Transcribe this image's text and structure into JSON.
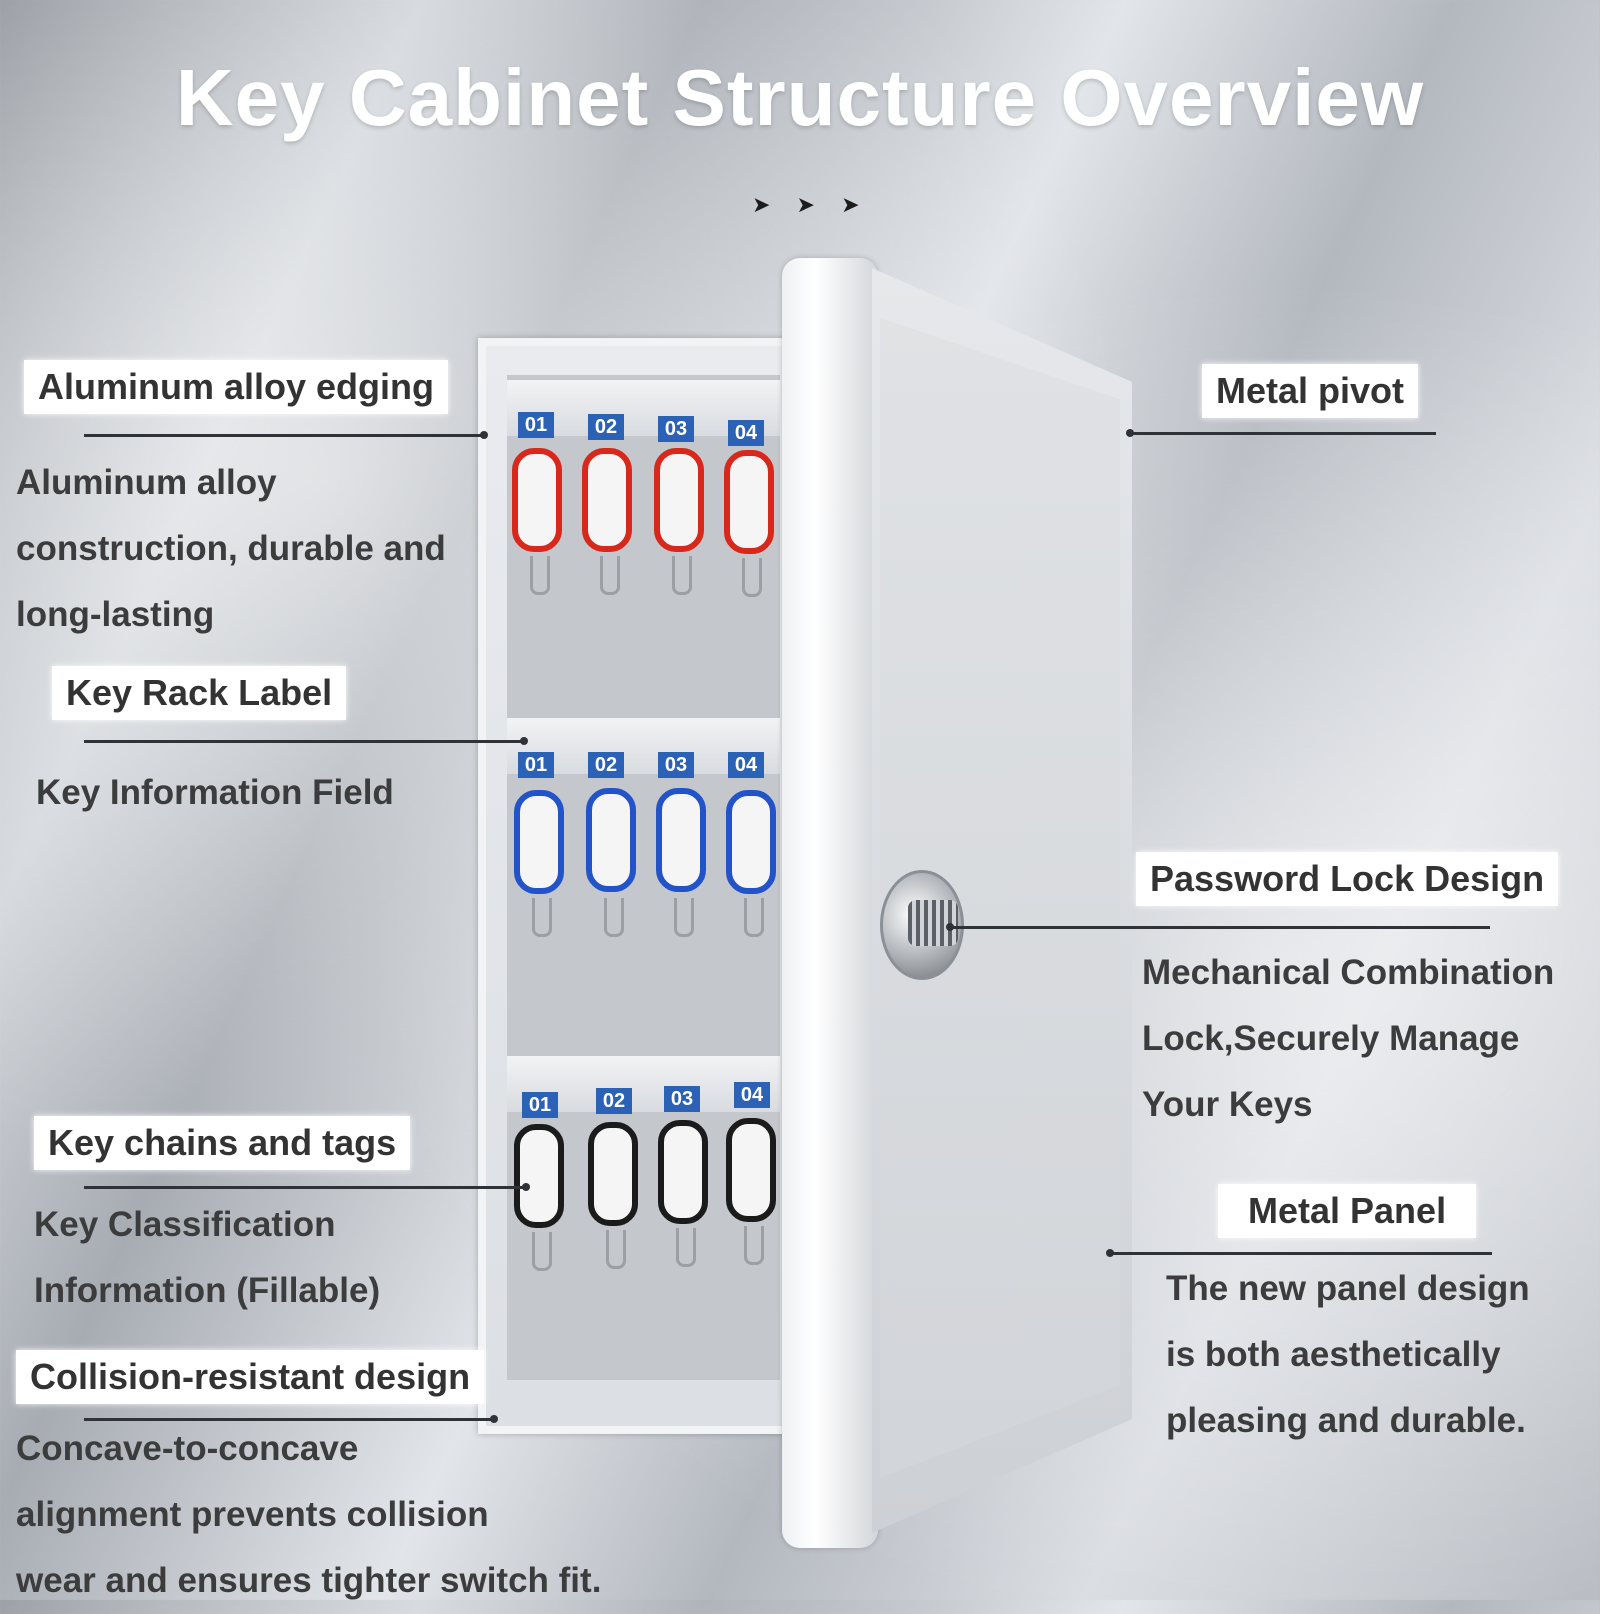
{
  "title": "Key Cabinet Structure Overview",
  "arrows": "➤ ➤ ➤",
  "rack_numbers": [
    "01",
    "02",
    "03",
    "04"
  ],
  "annotations": {
    "aluminum_edging": {
      "label": "Aluminum alloy edging",
      "desc": [
        "Aluminum alloy",
        "construction, durable and",
        "long-lasting"
      ]
    },
    "key_rack_label": {
      "label": "Key Rack Label",
      "desc": [
        "Key Information Field"
      ]
    },
    "key_chains": {
      "label": "Key chains and tags",
      "desc": [
        "Key Classification",
        "Information (Fillable)"
      ]
    },
    "collision": {
      "label": "Collision-resistant design",
      "desc": [
        "Concave-to-concave",
        "alignment prevents collision",
        "wear and ensures tighter switch fit."
      ]
    },
    "metal_pivot": {
      "label": "Metal pivot"
    },
    "password_lock": {
      "label": "Password Lock Design",
      "desc": [
        "Mechanical Combination",
        "Lock,Securely Manage",
        "Your Keys"
      ]
    },
    "metal_panel": {
      "label": "Metal Panel",
      "desc": [
        "The new panel design",
        "is both aesthetically",
        "pleasing and durable."
      ]
    }
  },
  "tag_colors": {
    "row1": "#d8281c",
    "row2": "#2253c9",
    "row3": "#1b1b1b"
  }
}
